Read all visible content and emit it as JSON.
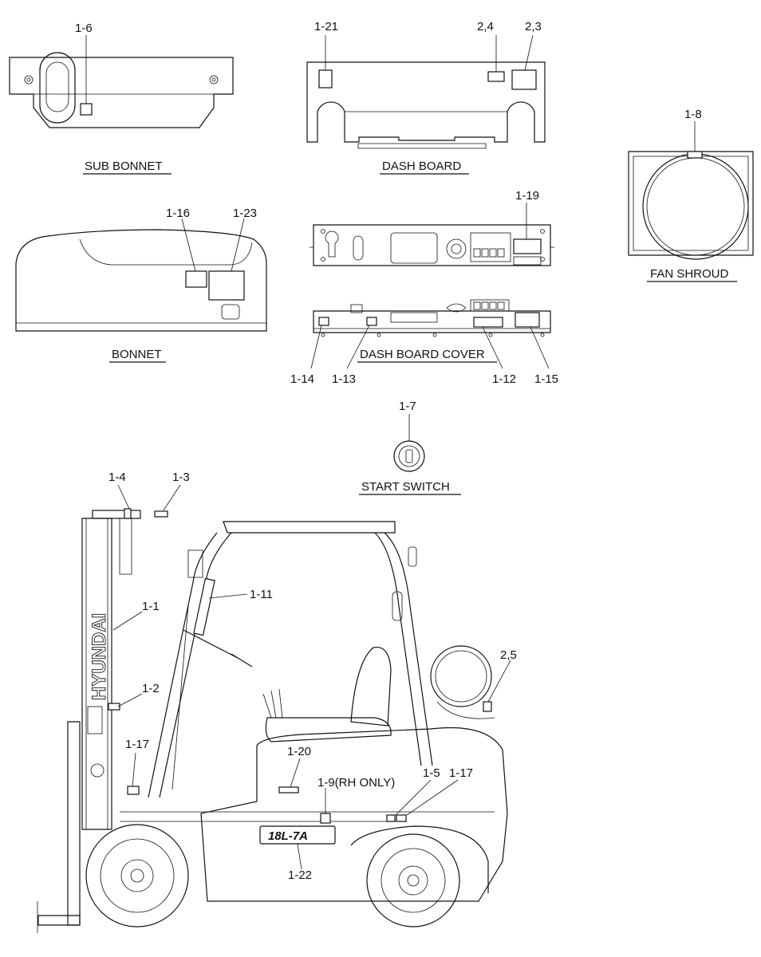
{
  "captions": {
    "sub_bonnet": "SUB BONNET",
    "dash_board": "DASH BOARD",
    "fan_shroud": "FAN SHROUD",
    "bonnet": "BONNET",
    "dash_board_cover": "DASH BOARD COVER",
    "start_switch": "START SWITCH"
  },
  "callouts": {
    "c1_6": "1-6",
    "c1_21": "1-21",
    "c2_4": "2,4",
    "c2_3": "2,3",
    "c1_8": "1-8",
    "c1_16": "1-16",
    "c1_23": "1-23",
    "c1_19": "1-19",
    "c1_14": "1-14",
    "c1_13": "1-13",
    "c1_12": "1-12",
    "c1_15": "1-15",
    "c1_7": "1-7",
    "c1_4": "1-4",
    "c1_3": "1-3",
    "c1_11": "1-11",
    "c1_1": "1-1",
    "c2_5": "2,5",
    "c1_2": "1-2",
    "c1_17_left": "1-17",
    "c1_20": "1-20",
    "c1_9": "1-9(RH ONLY)",
    "c1_5": "1-5",
    "c1_17_right": "1-17",
    "c1_22": "1-22"
  },
  "mast_brand": "HYUNDAI",
  "model_plate": "18L-7A"
}
